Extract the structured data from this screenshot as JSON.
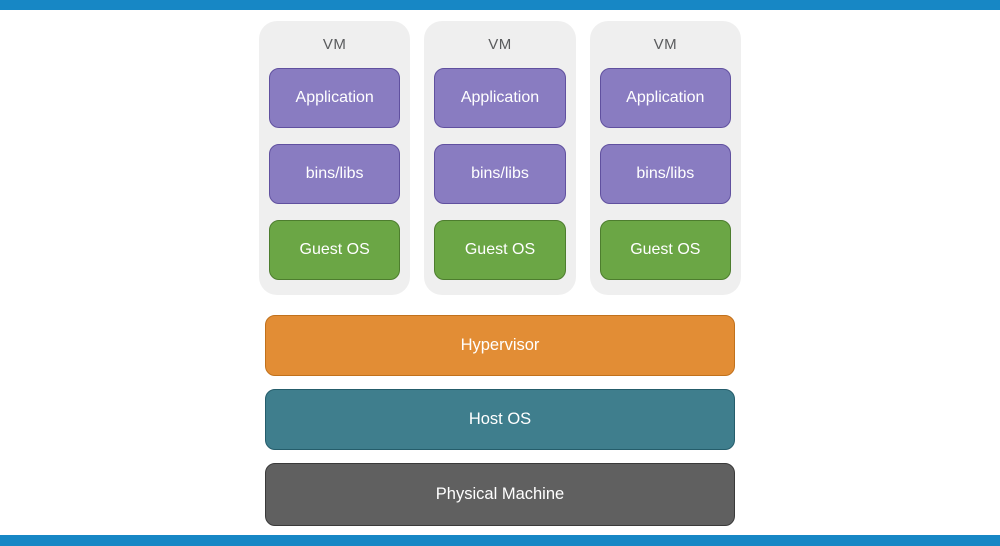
{
  "diagram": {
    "title_hint": "virtual-machine-architecture",
    "vm_columns": [
      {
        "title": "VM",
        "boxes": [
          {
            "label": "Application"
          },
          {
            "label": "bins/libs"
          },
          {
            "label": "Guest OS"
          }
        ]
      },
      {
        "title": "VM",
        "boxes": [
          {
            "label": "Application"
          },
          {
            "label": "bins/libs"
          },
          {
            "label": "Guest OS"
          }
        ]
      },
      {
        "title": "VM",
        "boxes": [
          {
            "label": "Application"
          },
          {
            "label": "bins/libs"
          },
          {
            "label": "Guest OS"
          }
        ]
      }
    ],
    "layers": [
      {
        "label": "Hypervisor"
      },
      {
        "label": "Host OS"
      },
      {
        "label": "Physical Machine"
      }
    ],
    "colors": {
      "accent_bar": "#1787c5",
      "vm_panel_bg": "#efefef",
      "vm_title_text": "#5a5b5d",
      "application_fill": "#897cc1",
      "application_border": "#60509f",
      "guest_os_fill": "#6ba645",
      "guest_os_border": "#4d7d2e",
      "hypervisor_fill": "#e28d35",
      "hypervisor_border": "#c1711c",
      "host_os_fill": "#3f7e8d",
      "host_os_border": "#255d6b",
      "physical_machine_fill": "#606060",
      "physical_machine_border": "#3a3a3a",
      "box_text": "#ffffff"
    }
  }
}
